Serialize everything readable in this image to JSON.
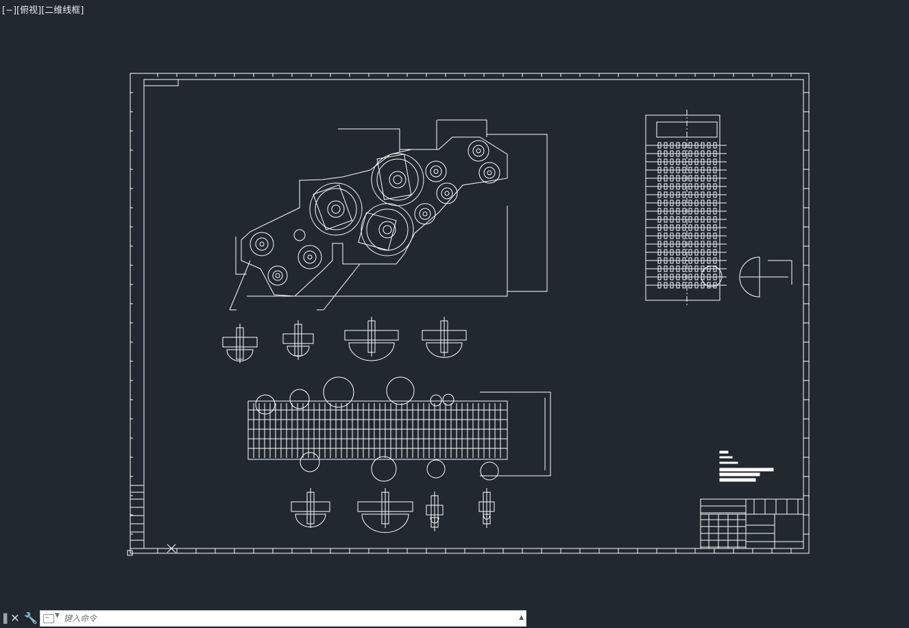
{
  "viewport": {
    "controls": [
      {
        "label": "[−]",
        "name": "viewport-controls-menu"
      },
      {
        "label": "[俯视]",
        "name": "view-cube-top-menu"
      },
      {
        "label": "[二维线框]",
        "name": "visual-style-menu"
      }
    ]
  },
  "command_line": {
    "placeholder": "键入命令",
    "close_icon": "close-icon",
    "customize_icon": "wrench-icon",
    "prompt_icon": "command-prompt-icon",
    "history_icon": "chevron-up-icon"
  },
  "colors": {
    "background": "#212830",
    "linework": "#ffffff"
  }
}
